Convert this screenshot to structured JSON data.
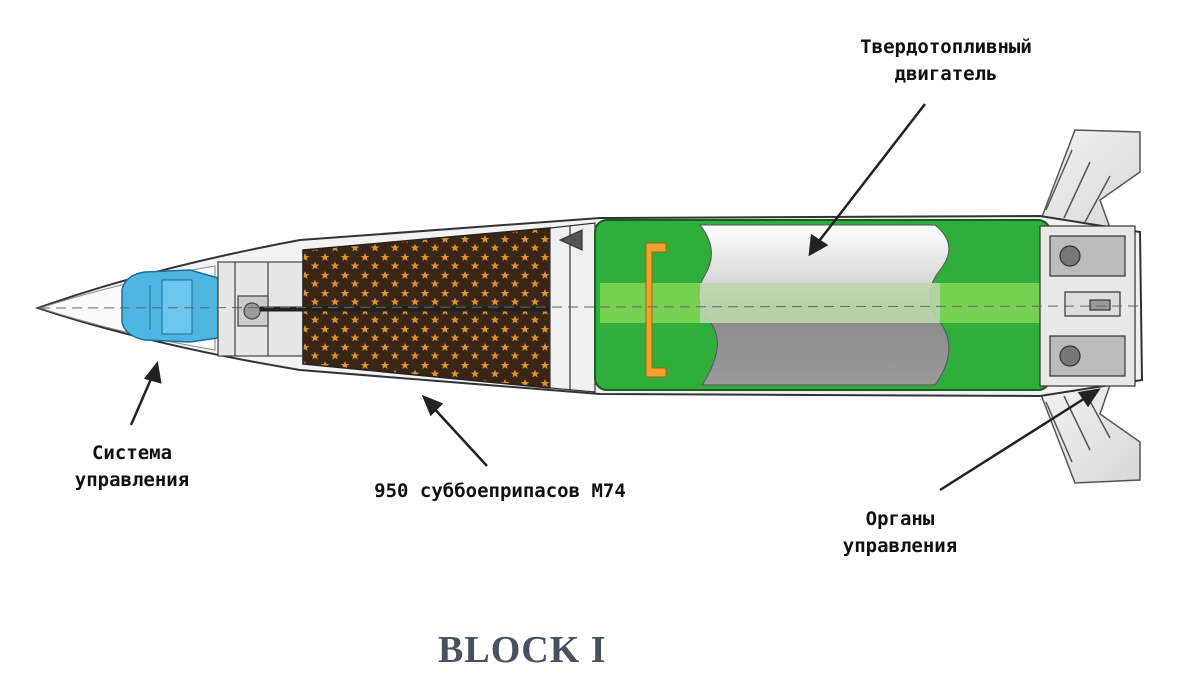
{
  "labels": {
    "engine_line1": "Твердотопливный",
    "engine_line2": "двигатель",
    "guidance_line1": "Система",
    "guidance_line2": "управления",
    "submunitions": "950 суббоеприпасов М74",
    "controls_line1": "Органы",
    "controls_line2": "управления"
  },
  "title": "BLOCK I",
  "colors": {
    "guidance": "#4fb6e4",
    "propellant": "#2fae3c",
    "propellant_light": "#8fdc5a",
    "submunition_bay": "#3a2616",
    "submunition_star": "#e0912f",
    "igniter": "#f2a12c",
    "title": "#4a5060"
  }
}
